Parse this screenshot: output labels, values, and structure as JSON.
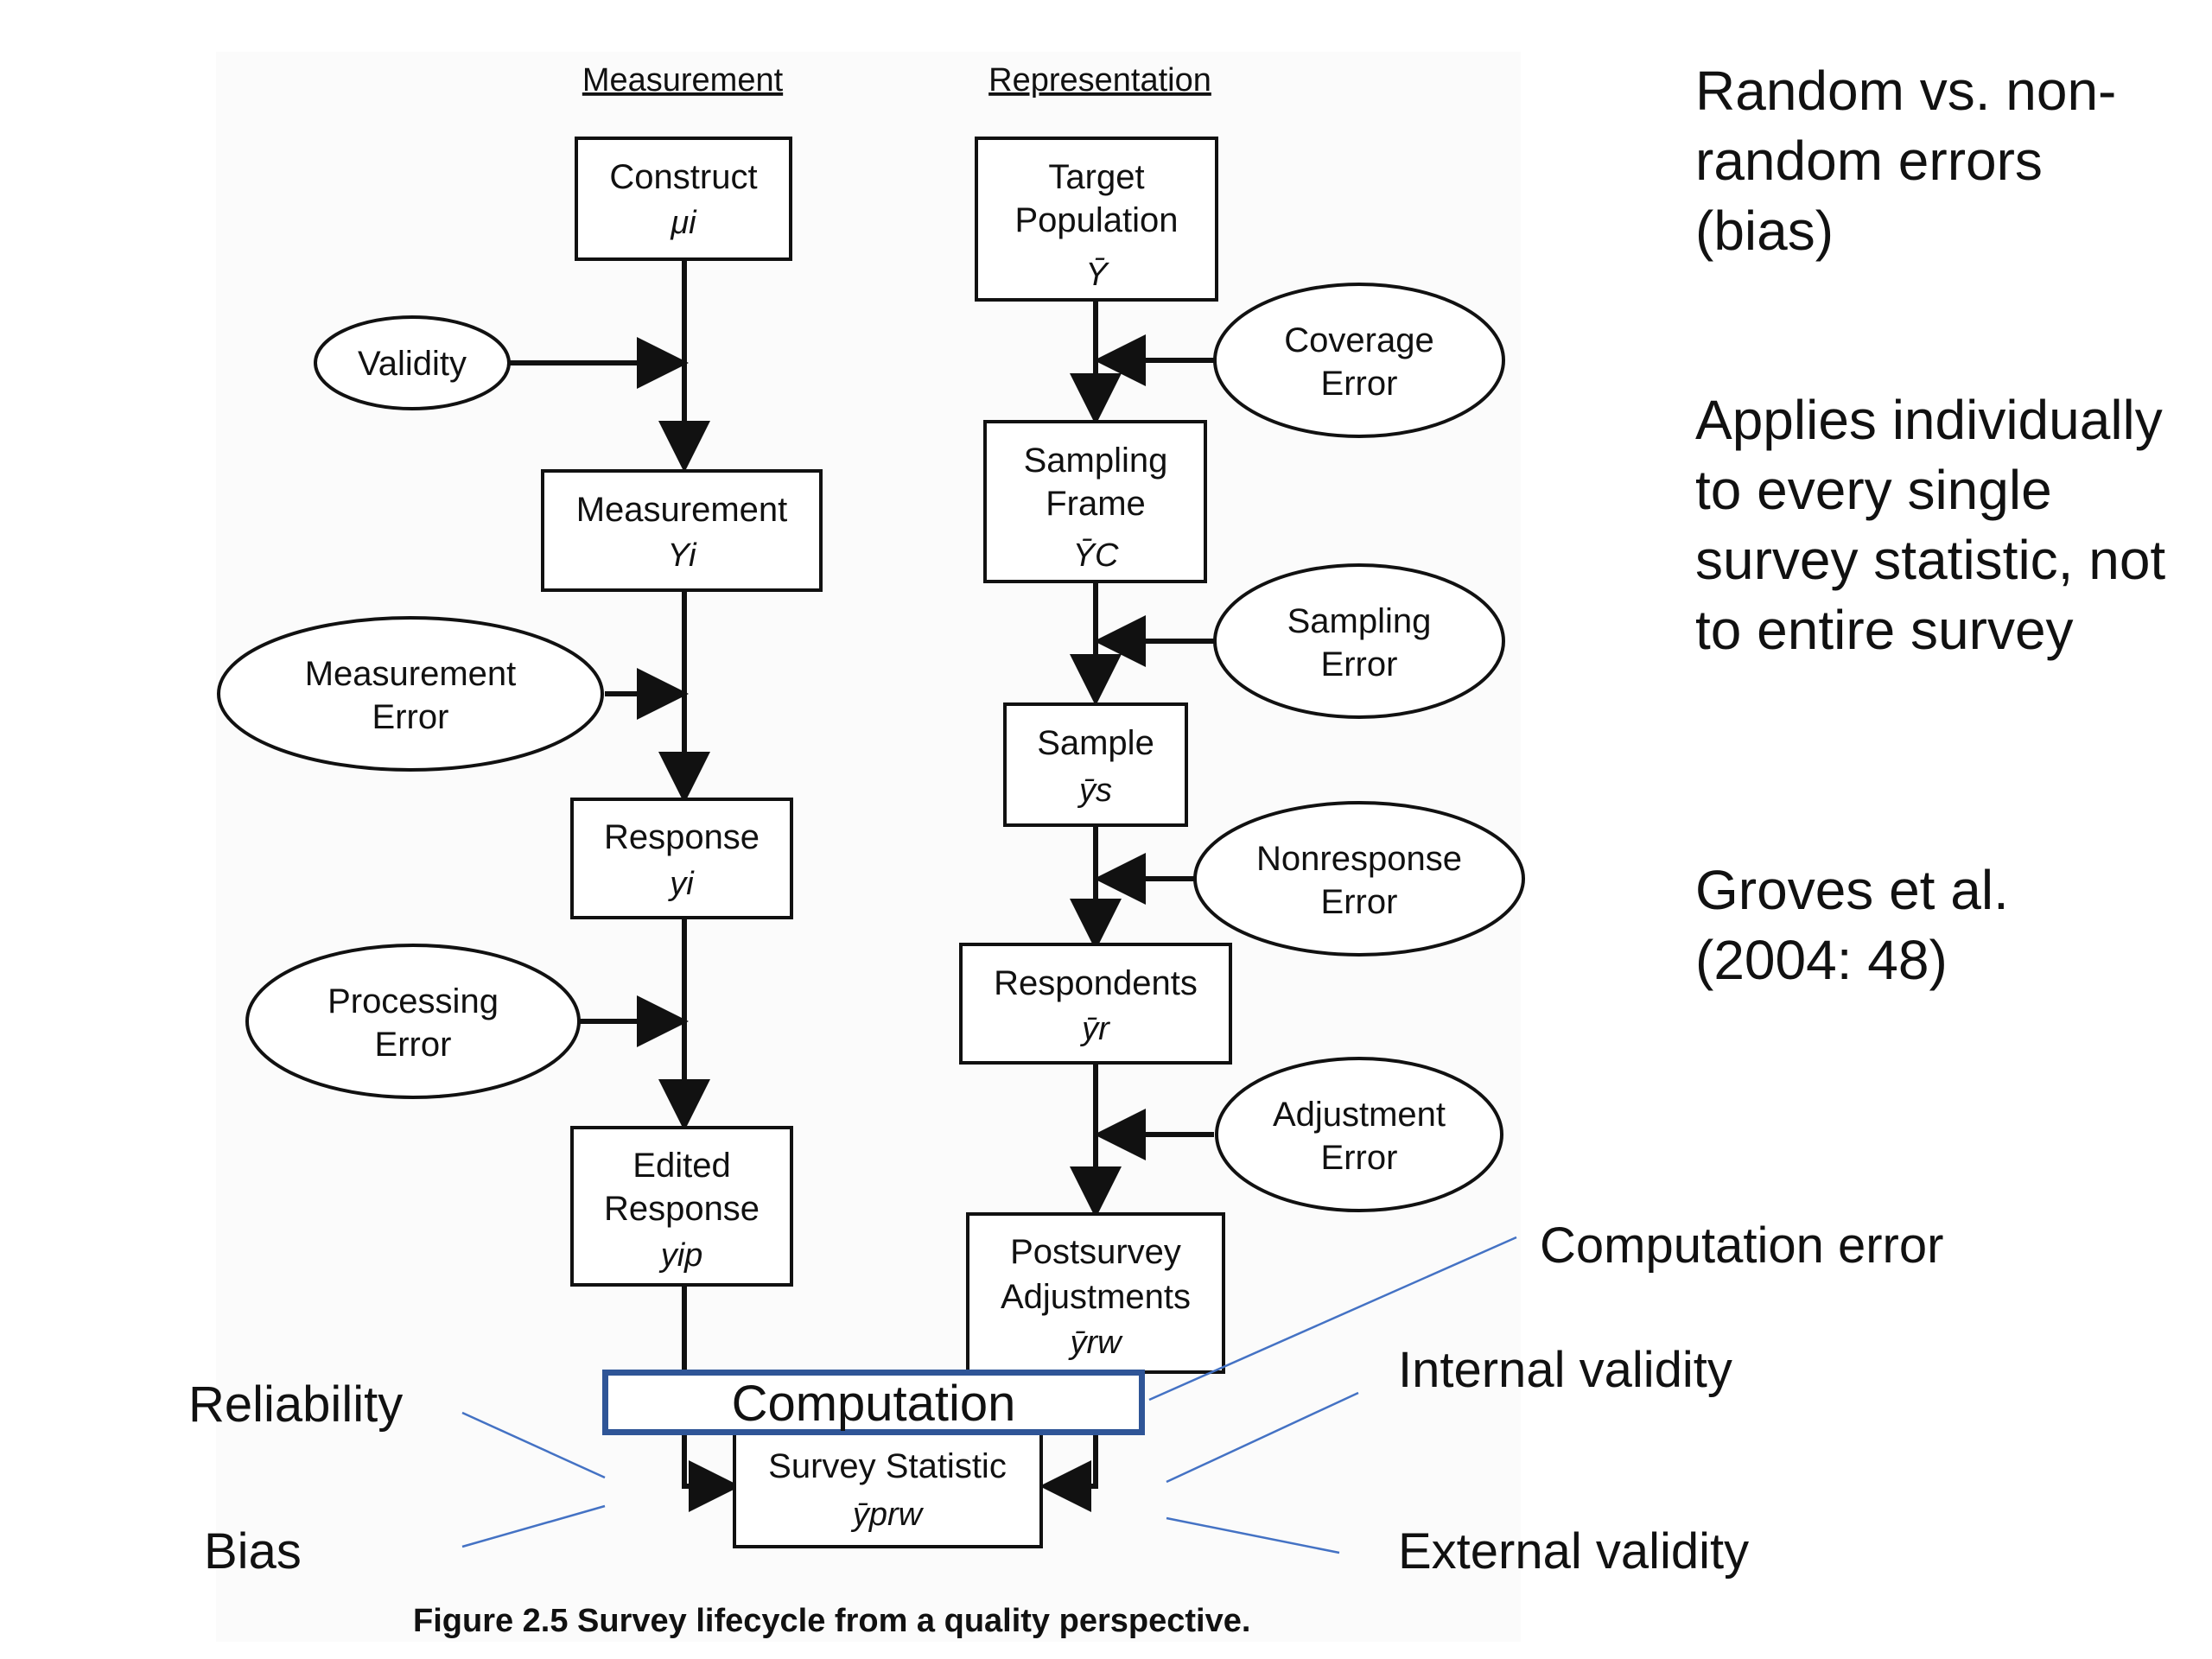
{
  "headers": {
    "measurement": "Measurement",
    "representation": "Representation"
  },
  "measurement_boxes": [
    {
      "label1": "Construct",
      "label2": "",
      "sym": "μi"
    },
    {
      "label1": "Measurement",
      "label2": "",
      "sym": "Yi"
    },
    {
      "label1": "Response",
      "label2": "",
      "sym": "yi"
    },
    {
      "label1": "Edited",
      "label2": "Response",
      "sym": "yip"
    }
  ],
  "measurement_errors": [
    {
      "label1": "Validity",
      "label2": ""
    },
    {
      "label1": "Measurement",
      "label2": "Error"
    },
    {
      "label1": "Processing",
      "label2": "Error"
    }
  ],
  "representation_boxes": [
    {
      "label1": "Target",
      "label2": "Population",
      "sym": "Ȳ"
    },
    {
      "label1": "Sampling",
      "label2": "Frame",
      "sym": "ȲC"
    },
    {
      "label1": "Sample",
      "label2": "",
      "sym": "ȳs"
    },
    {
      "label1": "Respondents",
      "label2": "",
      "sym": "ȳr"
    },
    {
      "label1": "Postsurvey",
      "label2": "Adjustments",
      "sym": "ȳrw"
    }
  ],
  "representation_errors": [
    {
      "label1": "Coverage",
      "label2": "Error"
    },
    {
      "label1": "Sampling",
      "label2": "Error"
    },
    {
      "label1": "Nonresponse",
      "label2": "Error"
    },
    {
      "label1": "Adjustment",
      "label2": "Error"
    }
  ],
  "final_box": {
    "label1": "Survey Statistic",
    "sym": "ȳprw"
  },
  "computation_label": "Computation",
  "caption": "Figure 2.5  Survey lifecycle from a quality perspective.",
  "side_labels": {
    "reliability": "Reliability",
    "bias": "Bias",
    "computation_error": "Computation error",
    "internal_validity": "Internal validity",
    "external_validity": "External validity"
  },
  "notes": {
    "note1": "Random vs. non-random errors (bias)",
    "note2": "Applies individually to every single survey statistic, not to entire survey",
    "note3": "Groves et al. (2004: 48)"
  },
  "colors": {
    "computation_border": "#2f5597",
    "pointer_lines": "#4472c4"
  }
}
